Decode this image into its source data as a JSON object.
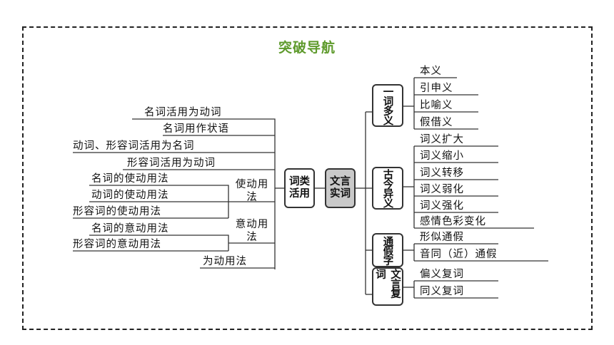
{
  "title": "突破导航",
  "center": "文言实词",
  "left": {
    "category": "词类活用",
    "top_items": [
      "名词活用为动词",
      "名词用作状语",
      "动词、形容词活用为名词",
      "形容词活用为动词"
    ],
    "causative": {
      "label": "使动用法",
      "items": [
        "名词的使动用法",
        "动词的使动用法",
        "形容词的使动用法"
      ]
    },
    "putative": {
      "label": "意动用法",
      "items": [
        "名词的意动用法",
        "形容词的意动用法"
      ]
    },
    "bottom_item": "为动用法"
  },
  "right": [
    {
      "label": "一词多义",
      "items": [
        "本义",
        "引申义",
        "比喻义",
        "假借义"
      ]
    },
    {
      "label": "古今异义",
      "items": [
        "词义扩大",
        "词义缩小",
        "词义转移",
        "词义弱化",
        "词义强化",
        "感情色彩变化"
      ]
    },
    {
      "label": "通假字",
      "items": [
        "形似通假",
        "音同（近）通假"
      ]
    },
    {
      "label": "文言复词",
      "items": [
        "偏义复词",
        "同义复词"
      ]
    }
  ]
}
